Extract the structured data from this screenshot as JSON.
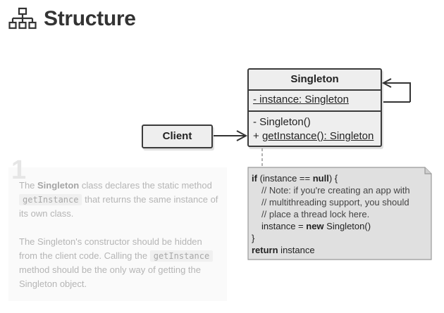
{
  "header": {
    "title": "Structure",
    "icon": "hierarchy-icon"
  },
  "singleton": {
    "name": "Singleton",
    "attribute": "- instance: Singleton",
    "method_1": "- Singleton()",
    "method_2_prefix": "+ ",
    "method_2": "getInstance(): Singleton"
  },
  "client": {
    "name": "Client"
  },
  "note": {
    "line1_kw": "if",
    "line1_mid": " (instance == ",
    "line1_kw2": "null",
    "line1_end": ") {",
    "comment_1": "// Note: if you're creating an app with",
    "comment_2": "// multithreading support, you should",
    "comment_3": "// place a thread lock here.",
    "assign_pre": "instance = ",
    "assign_kw": "new",
    "assign_post": " Singleton()",
    "close": "}",
    "return_kw": "return",
    "return_val": " instance"
  },
  "description": {
    "number": "1",
    "p1_pre": "The ",
    "p1_bold": "Singleton",
    "p1_mid": " class declares the static method ",
    "p1_code": "getInstance",
    "p1_post": " that returns the same instance of its own class.",
    "p2_pre": "The Singleton's constructor should be hidden from the client code. Calling the ",
    "p2_code": "getInstance",
    "p2_post": " method should be the only way of getting the Singleton object."
  },
  "colors": {
    "border": "#3b3b3b",
    "box_fill": "#eeeeee",
    "note_fill": "#e0e0e0",
    "faded_text": "#b5b5b5"
  }
}
